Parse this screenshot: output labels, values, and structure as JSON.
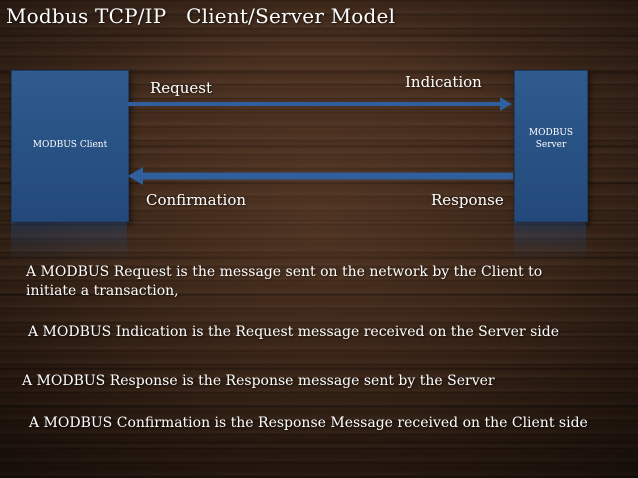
{
  "title": "Modbus TCP/IP   Client/Server Model",
  "client_box": {
    "label": "MODBUS Client"
  },
  "server_box": {
    "label": "MODBUS Server"
  },
  "arrow_labels": {
    "request": "Request",
    "indication": "Indication",
    "confirmation": "Confirmation",
    "response": "Response"
  },
  "descriptions": [
    "A MODBUS Request is the message sent on the network by the Client to initiate a transaction,",
    "A MODBUS Indication is the Request message received on the Server side",
    "A MODBUS Response is the Response message sent by the Server",
    "A MODBUS Confirmation is the Response Message received on the Client side"
  ],
  "colors": {
    "box_fill": "#2f5b8e",
    "arrow": "#2f5f9c",
    "text": "#ffffff"
  }
}
